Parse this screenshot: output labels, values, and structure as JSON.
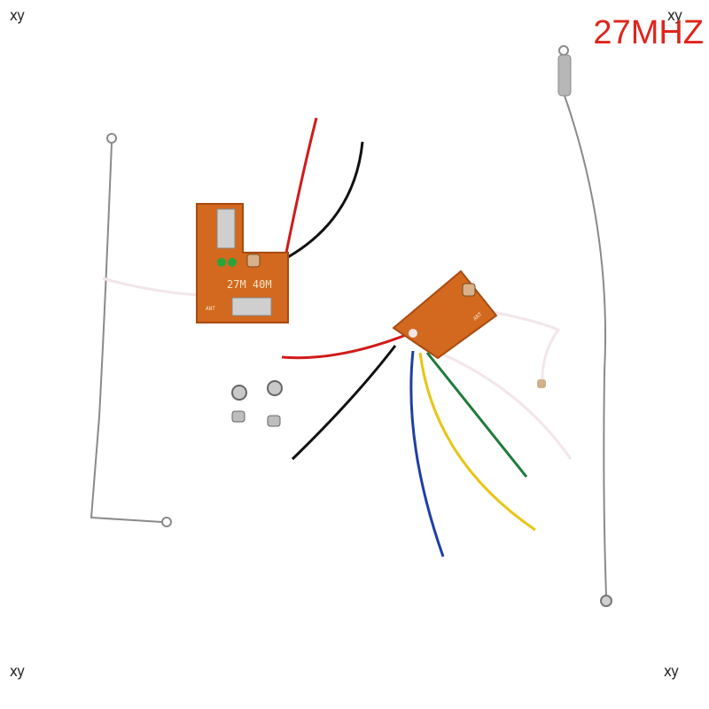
{
  "watermark": {
    "top_left": "xy",
    "top_right": "xy",
    "bottom_left": "xy",
    "bottom_right": "xy"
  },
  "frequency_label": "27MHZ",
  "receiver_board": {
    "marking": "27M 40M",
    "label_ant": "ANT"
  },
  "transmitter_board": {
    "label_ant": "ANT"
  },
  "colors": {
    "pcb": "#d2691e",
    "pcb_dark": "#a84b10",
    "wire_red": "#d11a1a",
    "wire_black": "#111111",
    "wire_blue": "#1f3ea8",
    "wire_yellow": "#e8c514",
    "wire_green": "#1f7a3a",
    "wire_white": "#f3e6ea",
    "antenna": "#8a8a8a",
    "text_red": "#e0241b"
  }
}
